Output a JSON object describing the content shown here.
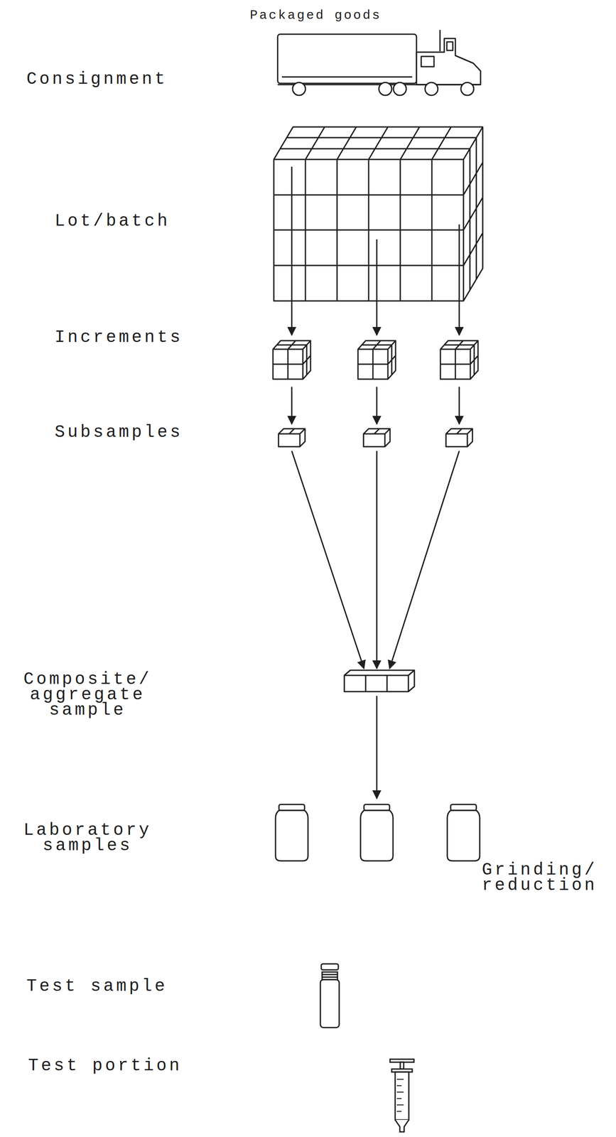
{
  "diagram": {
    "labels": [
      "Packaged goods",
      "Consignment",
      "Lot/batch",
      "Increments",
      "Subsamples",
      "Composite/ aggregate sample",
      "Laboratory samples",
      "Grinding/ reduction",
      "Test sample",
      "Test portion"
    ]
  }
}
